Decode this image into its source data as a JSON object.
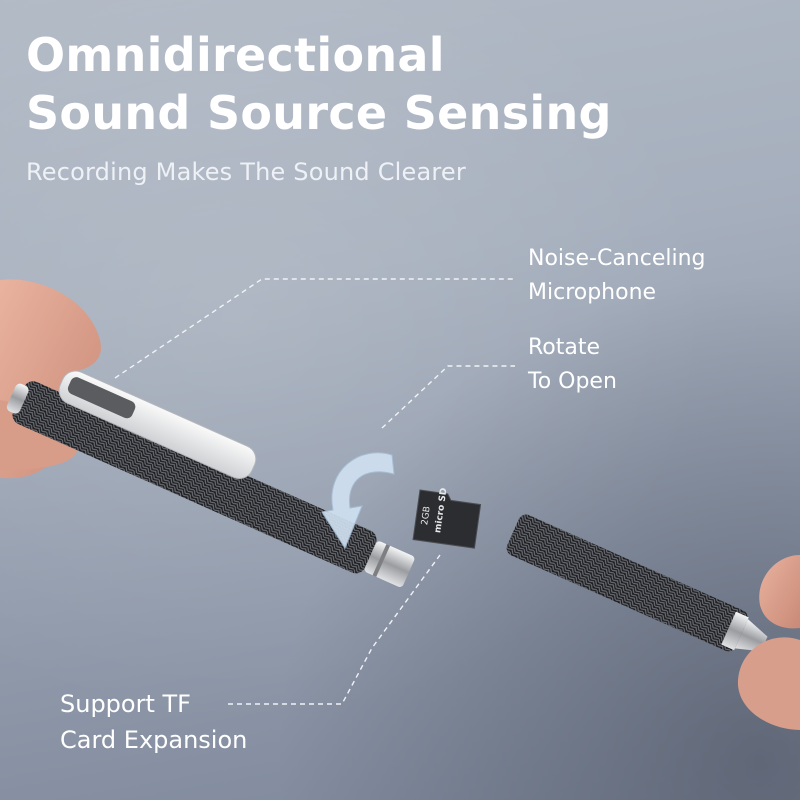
{
  "header": {
    "title_line1": "Omnidirectional",
    "title_line2": "Sound Source Sensing",
    "subtitle": "Recording Makes The Sound Clearer"
  },
  "callouts": [
    {
      "line1": "Noise-Canceling",
      "line2": "Microphone"
    },
    {
      "line1": "Rotate",
      "line2": "To Open"
    },
    {
      "line1": "Support TF",
      "line2": "Card Expansion"
    }
  ],
  "card": {
    "capacity": "2GB",
    "brand": "micro SD"
  },
  "colors": {
    "background_top": "#b2bac6",
    "background_bottom": "#7d879a",
    "text": "#ffffff",
    "arrow": "#cfe0f0"
  }
}
